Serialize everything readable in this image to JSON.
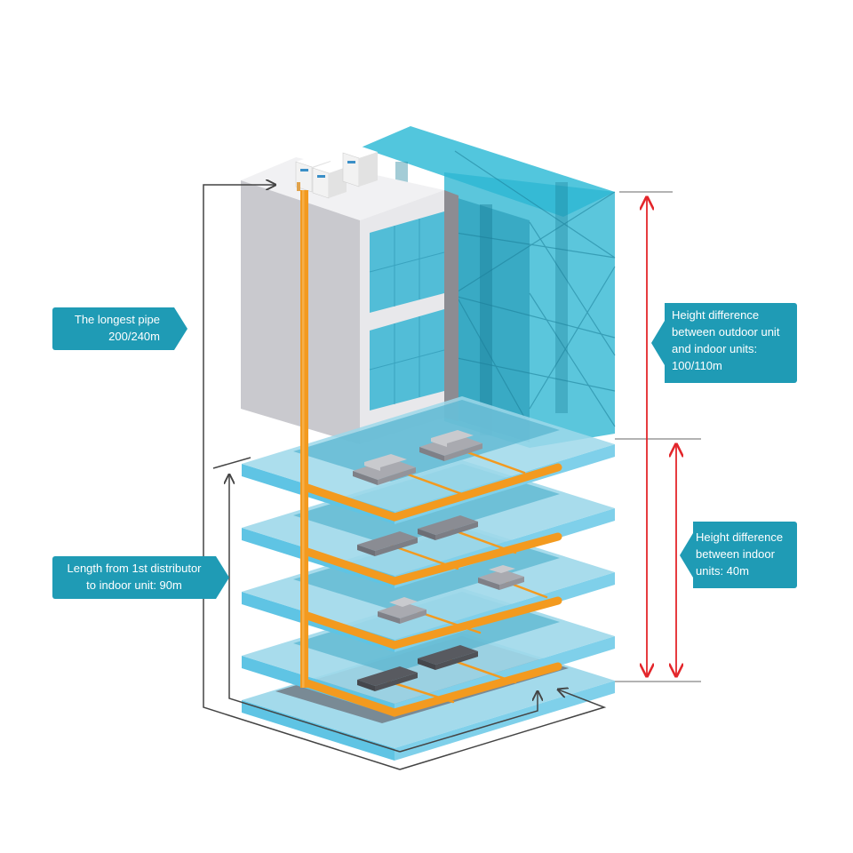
{
  "callouts": {
    "longest_pipe": [
      "The longest pipe",
      "200/240m"
    ],
    "first_distributor": [
      "Length from 1st distributor",
      "to indoor unit: 90m"
    ],
    "outdoor_height": [
      "Height difference",
      "between outdoor unit",
      "and indoor units:",
      "100/110m"
    ],
    "indoor_height": [
      "Height difference",
      "between indoor",
      "units: 40m"
    ]
  },
  "colors": {
    "callout": "#1f9bb5",
    "pipe": "#f39a1f",
    "dimension_arrow": "#e3262b",
    "glass": "#2db6d2",
    "floor_slab": "#8fd3e6",
    "building_wall": "#e6e6e9",
    "leader_line": "#444444"
  },
  "icons": [
    "outdoor-unit-icon",
    "indoor-unit-icon",
    "arrowhead-icon"
  ]
}
